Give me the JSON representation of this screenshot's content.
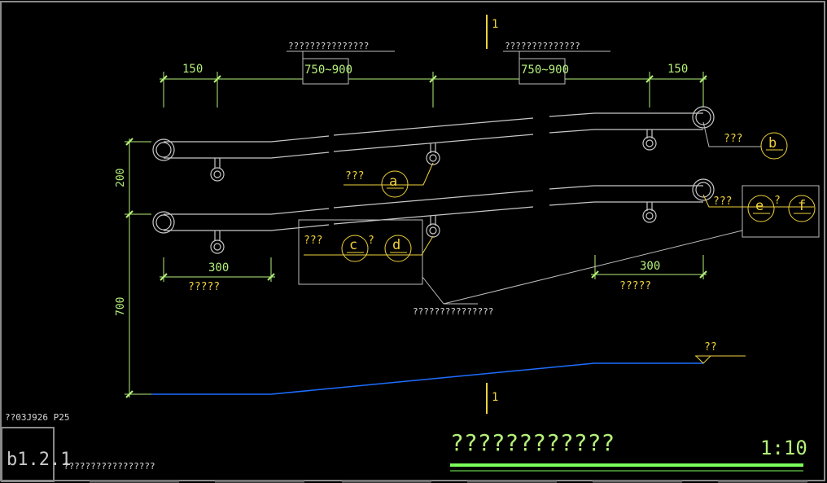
{
  "drawing": {
    "section_mark": "1",
    "note_top_left": "???????????????",
    "note_top_right": "??????????????",
    "dims_top": [
      "150",
      "750~900",
      "750~900",
      "150"
    ],
    "dim_200": "200",
    "dim_700": "700",
    "dim_300_left": "300",
    "dim_300_right": "300",
    "label_left_bottom": "?????",
    "label_right_bottom": "?????",
    "callout_b_text": "???",
    "callout_b_letter": "b",
    "callout_a_text": "???",
    "callout_a_letter": "a",
    "callout_cd_text": "???",
    "callout_c_letter": "c",
    "callout_cd_sep": "?",
    "callout_d_letter": "d",
    "callout_ef_text": "???",
    "callout_e_letter": "e",
    "callout_ef_sep": "?",
    "callout_f_letter": "f",
    "note_center_bottom": "???????????????",
    "level_label": "??",
    "ref_text": "??03J926 P25",
    "sheet_number": "b1.2.1",
    "sheet_caption": "?????????????????",
    "main_title": "????????????",
    "scale": "1:10"
  },
  "colors": {
    "background": "#000000",
    "dimension": "#b4f07a",
    "marker": "#f0d23c",
    "rail": "#c8c8c8",
    "ground": "#1e6eff",
    "title_bar": "#7cff5a"
  }
}
